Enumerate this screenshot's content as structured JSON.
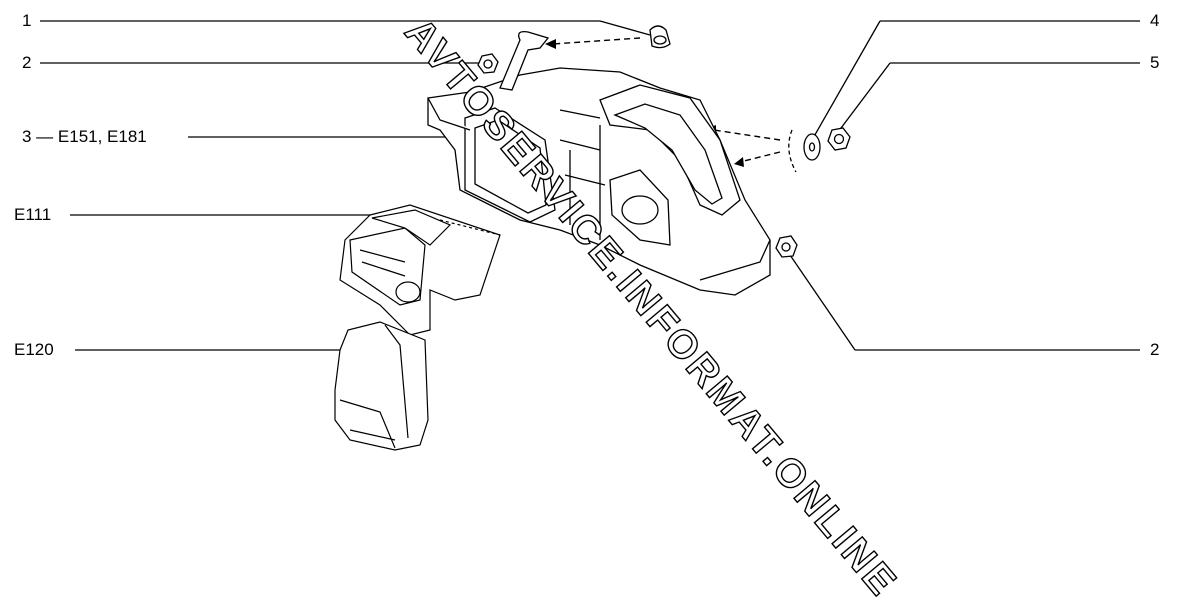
{
  "callouts": {
    "left_1": "1",
    "left_2": "2",
    "left_3": "3 — E151, E181",
    "left_e111": "E111",
    "left_e120": "E120",
    "right_4": "4",
    "right_5": "5",
    "right_2": "2"
  },
  "watermark": "AVTOSERVICE.INFORMAT.ONLINE"
}
